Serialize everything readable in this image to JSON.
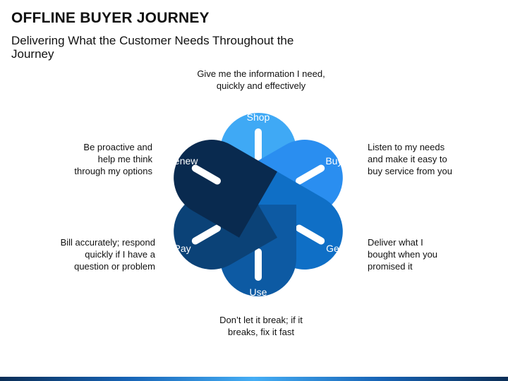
{
  "header": {
    "title": "OFFLINE BUYER JOURNEY",
    "subtitle": "Delivering What the Customer Needs Throughout the Journey"
  },
  "stages": [
    {
      "id": "shop",
      "label": "Shop",
      "color": "#3fa9f5",
      "description": "Give me the information I need, quickly and effectively"
    },
    {
      "id": "buy",
      "label": "Buy",
      "color": "#2a8ef0",
      "description": "Listen to my needs and make it easy to buy service from you"
    },
    {
      "id": "get",
      "label": "Get",
      "color": "#0f6fc6",
      "description": "Deliver what I bought when you promised it"
    },
    {
      "id": "use",
      "label": "Use",
      "color": "#0d5aa3",
      "description": "Don’t let it break; if it breaks, fix it fast"
    },
    {
      "id": "pay",
      "label": "Pay",
      "color": "#0b4277",
      "description": "Bill accurately; respond quickly if I have a question or problem"
    },
    {
      "id": "renew",
      "label": "Renew",
      "color": "#092a4f",
      "description": "Be proactive and help me think through my options"
    }
  ]
}
